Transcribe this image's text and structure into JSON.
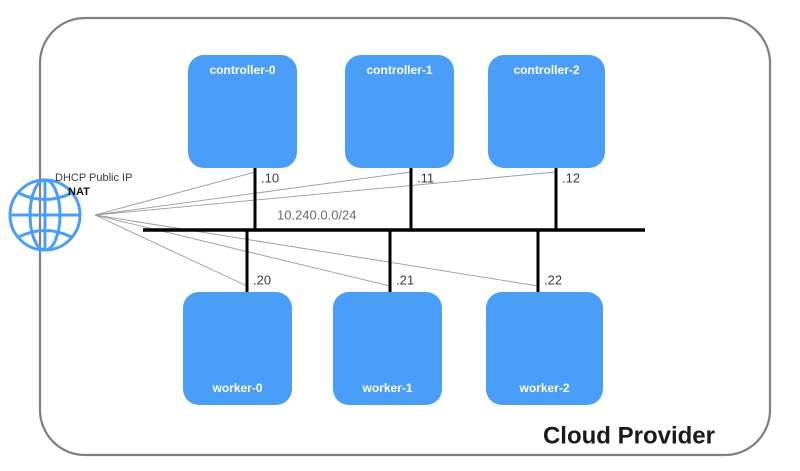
{
  "diagram": {
    "title": "Cloud Provider",
    "boundary": {
      "stroke": "#808080",
      "radius": 45
    },
    "background": "#ffffff"
  },
  "internet": {
    "icon_name": "globe-icon",
    "color": "#4a9ef8",
    "line1": "DHCP Public IP",
    "line2": "NAT"
  },
  "network": {
    "subnet_label": "10.240.0.0/24",
    "bus_color": "#000000",
    "link_color": "#9a9a9a"
  },
  "nodes": {
    "fill": "#4a9ef8",
    "controllers": [
      {
        "label": "controller-0",
        "ip": ".10"
      },
      {
        "label": "controller-1",
        "ip": ".11"
      },
      {
        "label": "controller-2",
        "ip": ".12"
      }
    ],
    "workers": [
      {
        "label": "worker-0",
        "ip": ".20"
      },
      {
        "label": "worker-1",
        "ip": ".21"
      },
      {
        "label": "worker-2",
        "ip": ".22"
      }
    ]
  }
}
